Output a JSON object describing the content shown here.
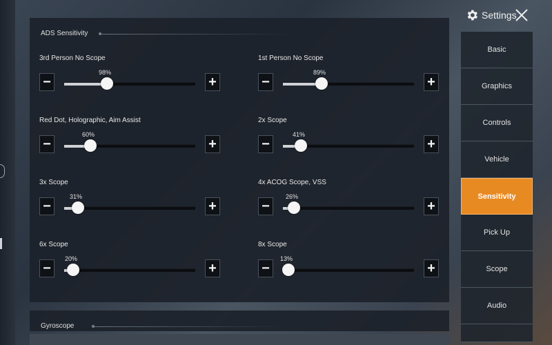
{
  "header": {
    "title": "Settings"
  },
  "sidebar": {
    "tabs": [
      {
        "label": "Basic",
        "active": false
      },
      {
        "label": "Graphics",
        "active": false
      },
      {
        "label": "Controls",
        "active": false
      },
      {
        "label": "Vehicle",
        "active": false
      },
      {
        "label": "Sensitivity",
        "active": true
      },
      {
        "label": "Pick Up",
        "active": false
      },
      {
        "label": "Scope",
        "active": false
      },
      {
        "label": "Audio",
        "active": false
      },
      {
        "label": "",
        "active": false
      }
    ]
  },
  "ads": {
    "title": "ADS Sensitivity",
    "settings": [
      {
        "label": "3rd Person No Scope",
        "value": 98,
        "display": "98%"
      },
      {
        "label": "1st Person No Scope",
        "value": 89,
        "display": "89%"
      },
      {
        "label": "Red Dot, Holographic, Aim Assist",
        "value": 60,
        "display": "60%"
      },
      {
        "label": "2x Scope",
        "value": 41,
        "display": "41%"
      },
      {
        "label": "3x Scope",
        "value": 31,
        "display": "31%"
      },
      {
        "label": "4x ACOG Scope, VSS",
        "value": 26,
        "display": "26%"
      },
      {
        "label": "6x Scope",
        "value": 20,
        "display": "20%"
      },
      {
        "label": "8x Scope",
        "value": 13,
        "display": "13%"
      }
    ],
    "slider_max": 300
  },
  "gyro": {
    "title": "Gyroscope"
  },
  "controls": {
    "minus": "−",
    "plus": "+"
  },
  "theme": {
    "accent": "#e88a22"
  }
}
